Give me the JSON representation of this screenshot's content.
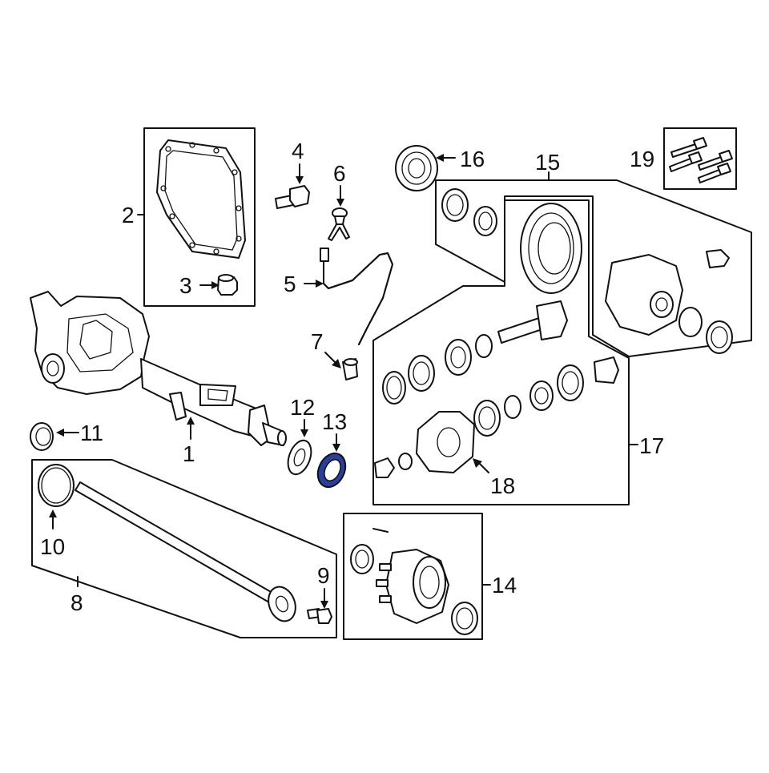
{
  "diagram": {
    "callouts": [
      {
        "id": "1",
        "label": "1"
      },
      {
        "id": "2",
        "label": "2"
      },
      {
        "id": "3",
        "label": "3"
      },
      {
        "id": "4",
        "label": "4"
      },
      {
        "id": "5",
        "label": "5"
      },
      {
        "id": "6",
        "label": "6"
      },
      {
        "id": "7",
        "label": "7"
      },
      {
        "id": "8",
        "label": "8"
      },
      {
        "id": "9",
        "label": "9"
      },
      {
        "id": "10",
        "label": "10"
      },
      {
        "id": "11",
        "label": "11"
      },
      {
        "id": "12",
        "label": "12"
      },
      {
        "id": "13",
        "label": "13"
      },
      {
        "id": "14",
        "label": "14"
      },
      {
        "id": "15",
        "label": "15"
      },
      {
        "id": "16",
        "label": "16"
      },
      {
        "id": "17",
        "label": "17"
      },
      {
        "id": "18",
        "label": "18"
      },
      {
        "id": "19",
        "label": "19"
      }
    ],
    "highlighted_part": "13",
    "highlight_color": "#2a3f9c",
    "line_color": "#111111"
  }
}
